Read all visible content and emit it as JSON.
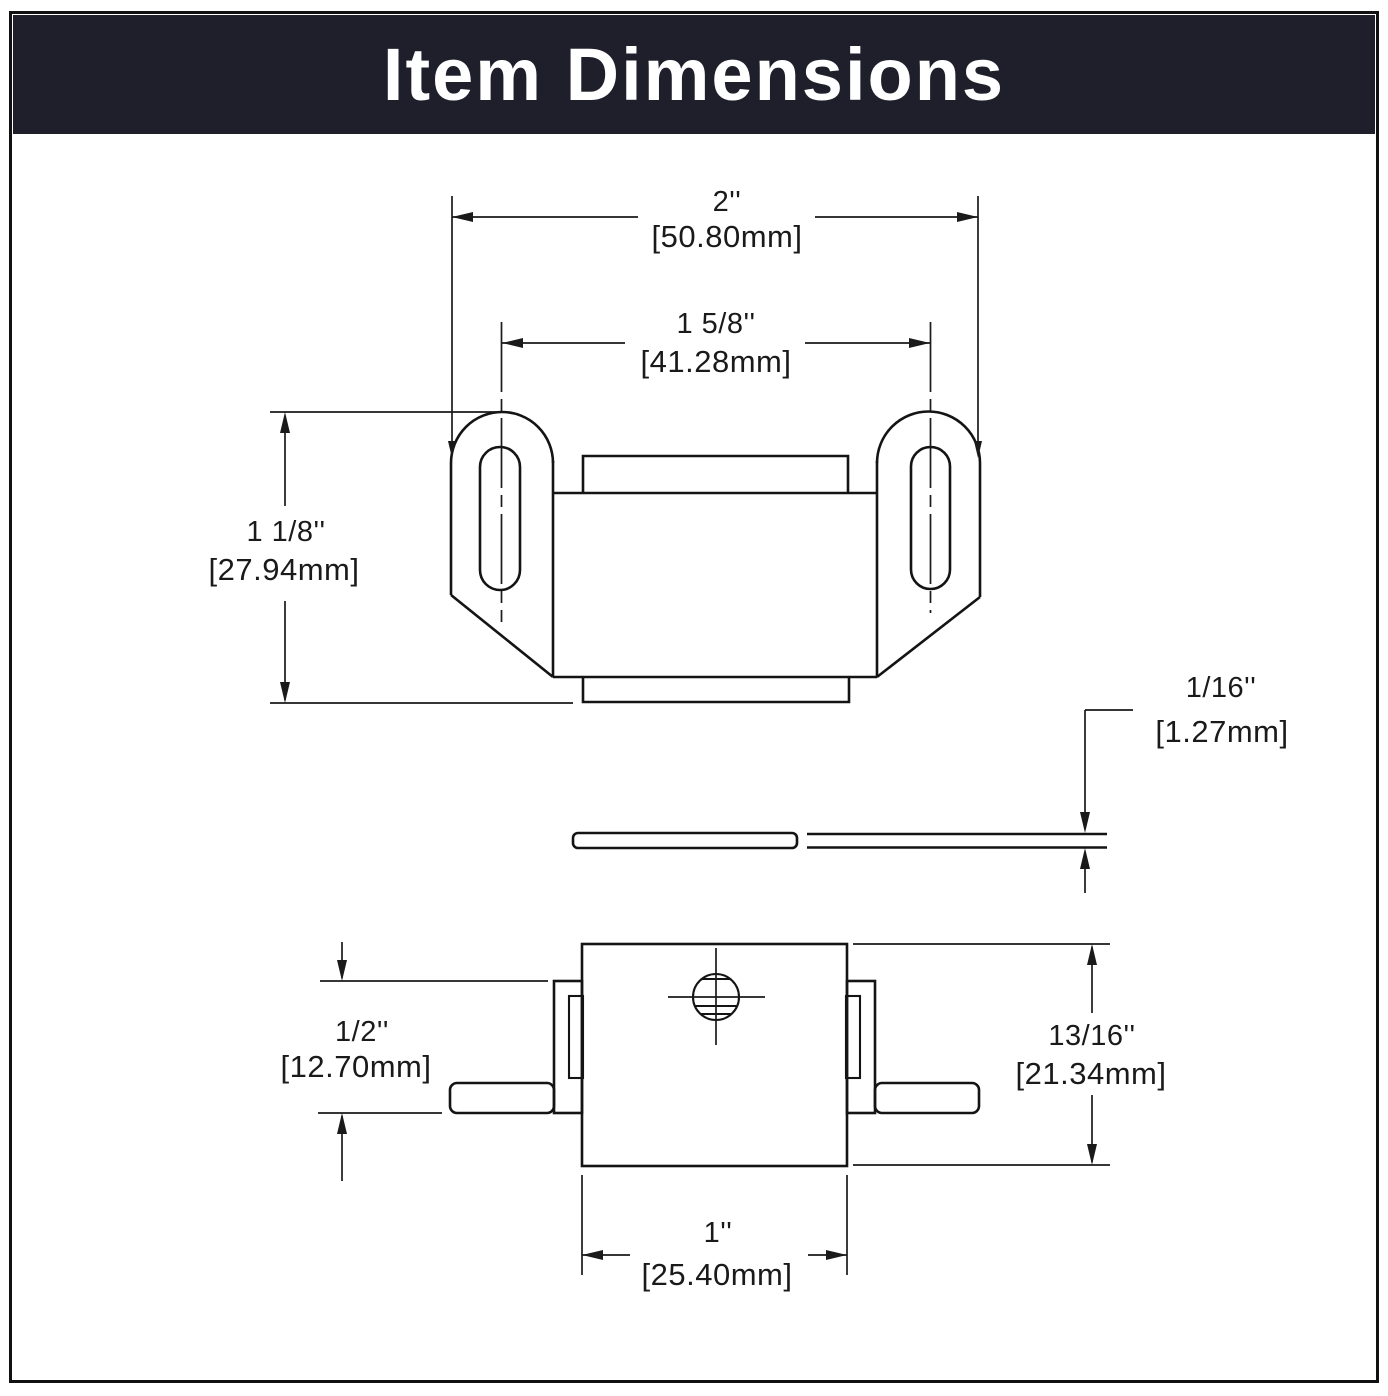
{
  "title": "Item Dimensions",
  "colors": {
    "header_bg": "#1e1f2b",
    "header_fg": "#ffffff",
    "line": "#1a1a1a"
  },
  "dimensions": {
    "overall_width": {
      "in": "2''",
      "mm": "[50.80mm]"
    },
    "slot_spacing": {
      "in": "1 5/8''",
      "mm": "[41.28mm]"
    },
    "overall_height": {
      "in": "1 1/8''",
      "mm": "[27.94mm]"
    },
    "plate_thickness": {
      "in": "1/16''",
      "mm": "[1.27mm]"
    },
    "flange_depth": {
      "in": "1/2''",
      "mm": "[12.70mm]"
    },
    "body_depth": {
      "in": "13/16''",
      "mm": "[21.34mm]"
    },
    "body_width": {
      "in": "1''",
      "mm": "[25.40mm]"
    }
  }
}
